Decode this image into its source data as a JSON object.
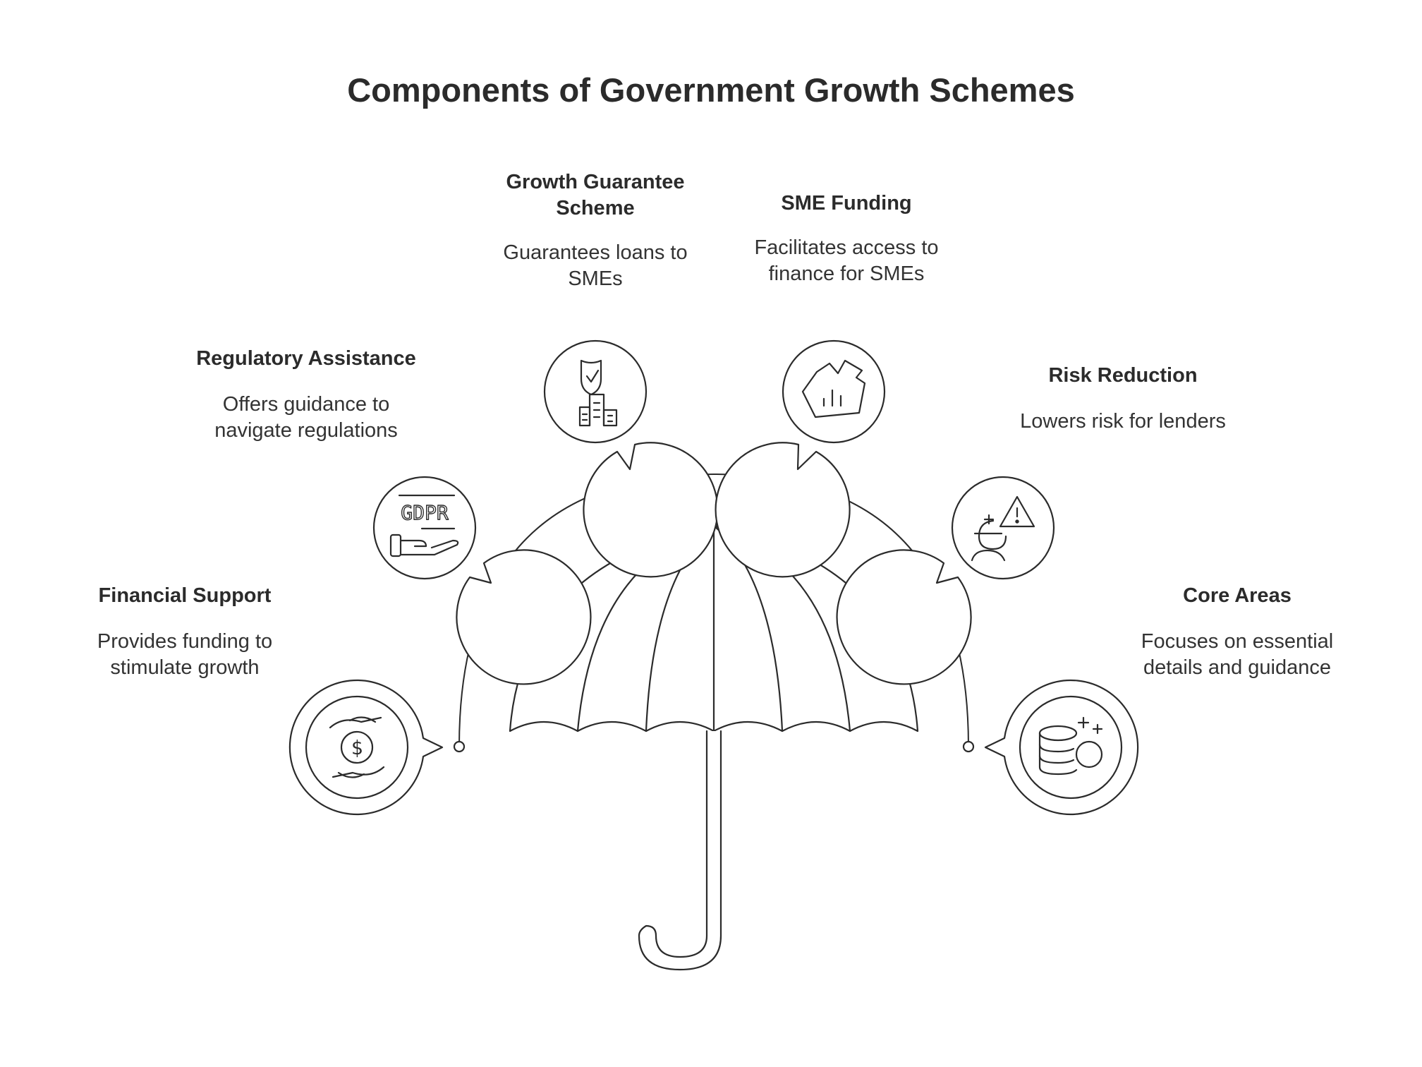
{
  "title": "Components of Government Growth Schemes",
  "items": [
    {
      "heading": "Financial Support",
      "description": "Provides funding to stimulate growth",
      "icon": "hand-money-icon"
    },
    {
      "heading": "Regulatory Assistance",
      "description": "Offers guidance to navigate regulations",
      "icon": "gdpr-hand-icon"
    },
    {
      "heading": "Growth Guarantee Scheme",
      "description": "Guarantees loans to SMEs",
      "icon": "shield-buildings-icon"
    },
    {
      "heading": "SME Funding",
      "description": "Facilitates access to finance for SMEs",
      "icon": "chart-shape-icon"
    },
    {
      "heading": "Risk Reduction",
      "description": "Lowers risk for lenders",
      "icon": "person-warning-icon"
    },
    {
      "heading": "Core Areas",
      "description": "Focuses on essential details and guidance",
      "icon": "database-plus-icon"
    }
  ],
  "gdpr_icon_text": "GDPR",
  "colors": {
    "stroke": "#2b2b2b",
    "background": "#ffffff",
    "text": "#2b2b2b"
  }
}
